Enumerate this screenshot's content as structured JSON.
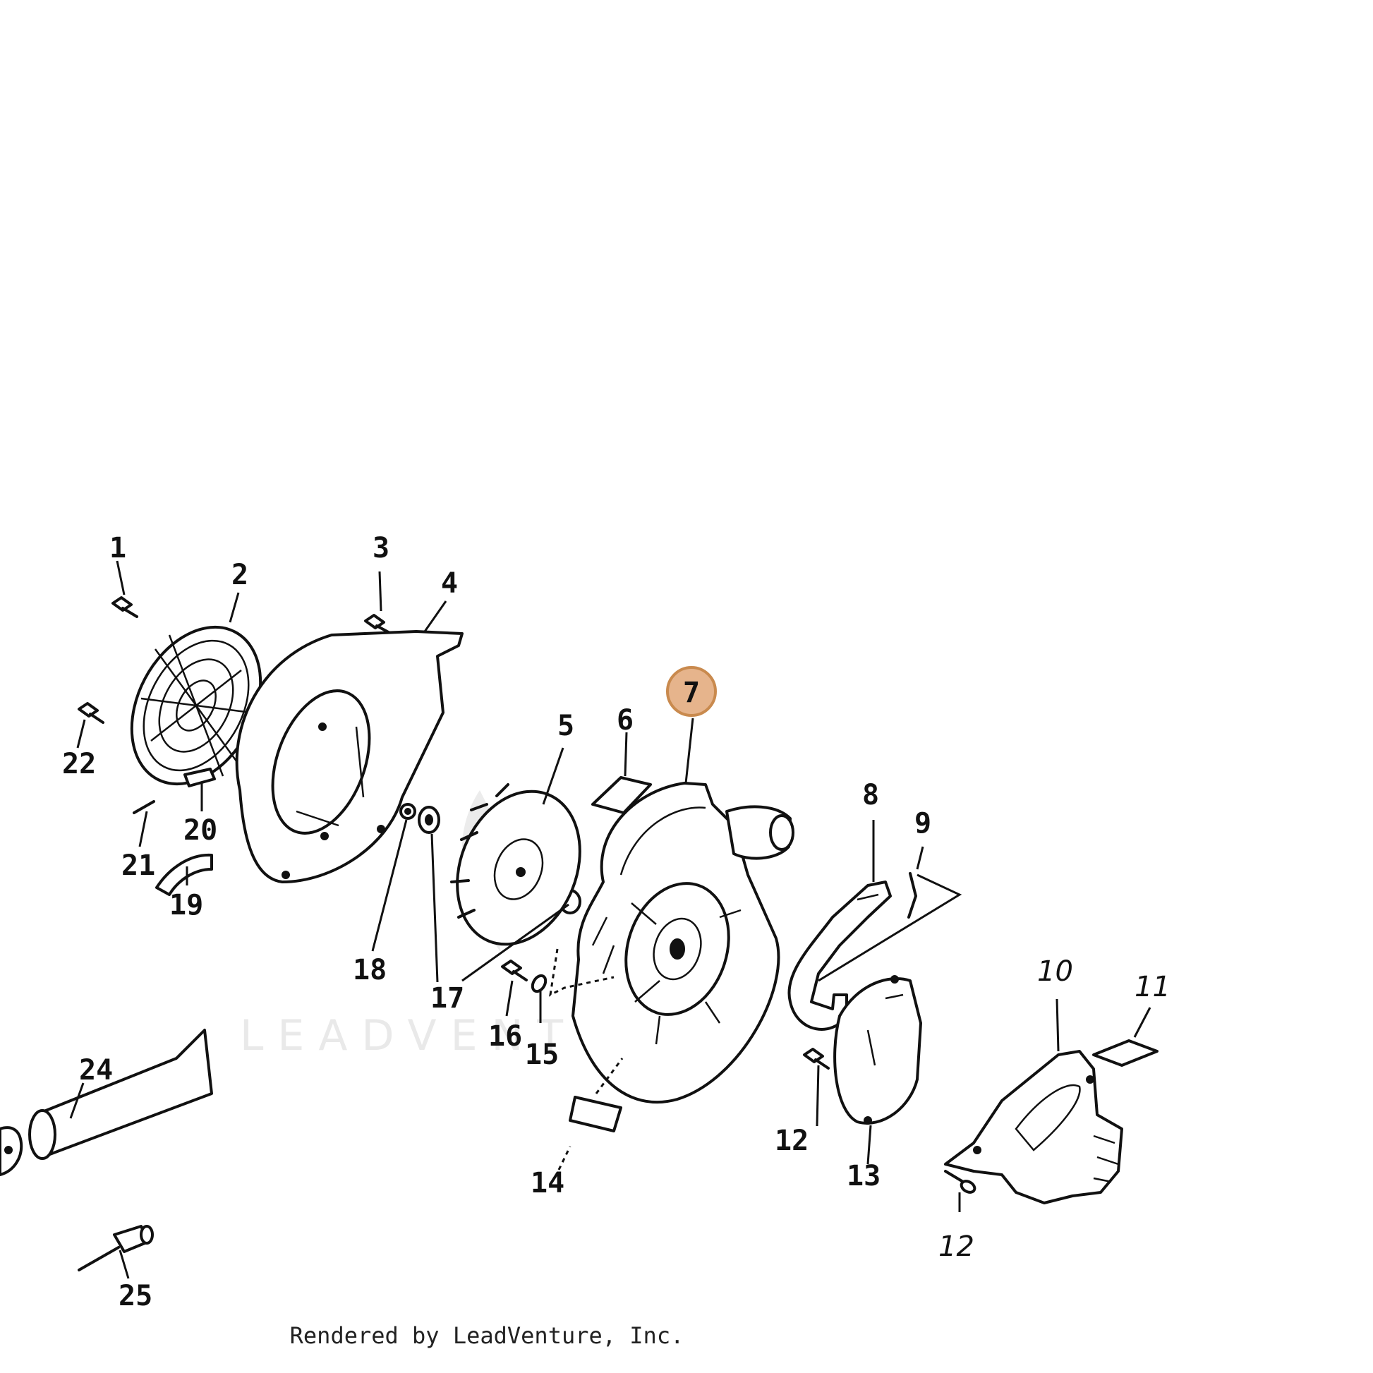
{
  "watermark": "LEADVENTURE",
  "footer": "Rendered by LeadVenture, Inc.",
  "highlight": {
    "color": "#e6b48c",
    "label": "7"
  },
  "callouts": {
    "c1": "1",
    "c2": "2",
    "c3": "3",
    "c4": "4",
    "c5": "5",
    "c6": "6",
    "c7": "7",
    "c8": "8",
    "c9": "9",
    "c10": "10",
    "c11": "11",
    "c12a": "12",
    "c12b": "12",
    "c13": "13",
    "c14": "14",
    "c15": "15",
    "c16": "16",
    "c17": "17",
    "c18": "18",
    "c19": "19",
    "c20": "20",
    "c21": "21",
    "c22": "22",
    "c24": "24",
    "c25": "25"
  }
}
